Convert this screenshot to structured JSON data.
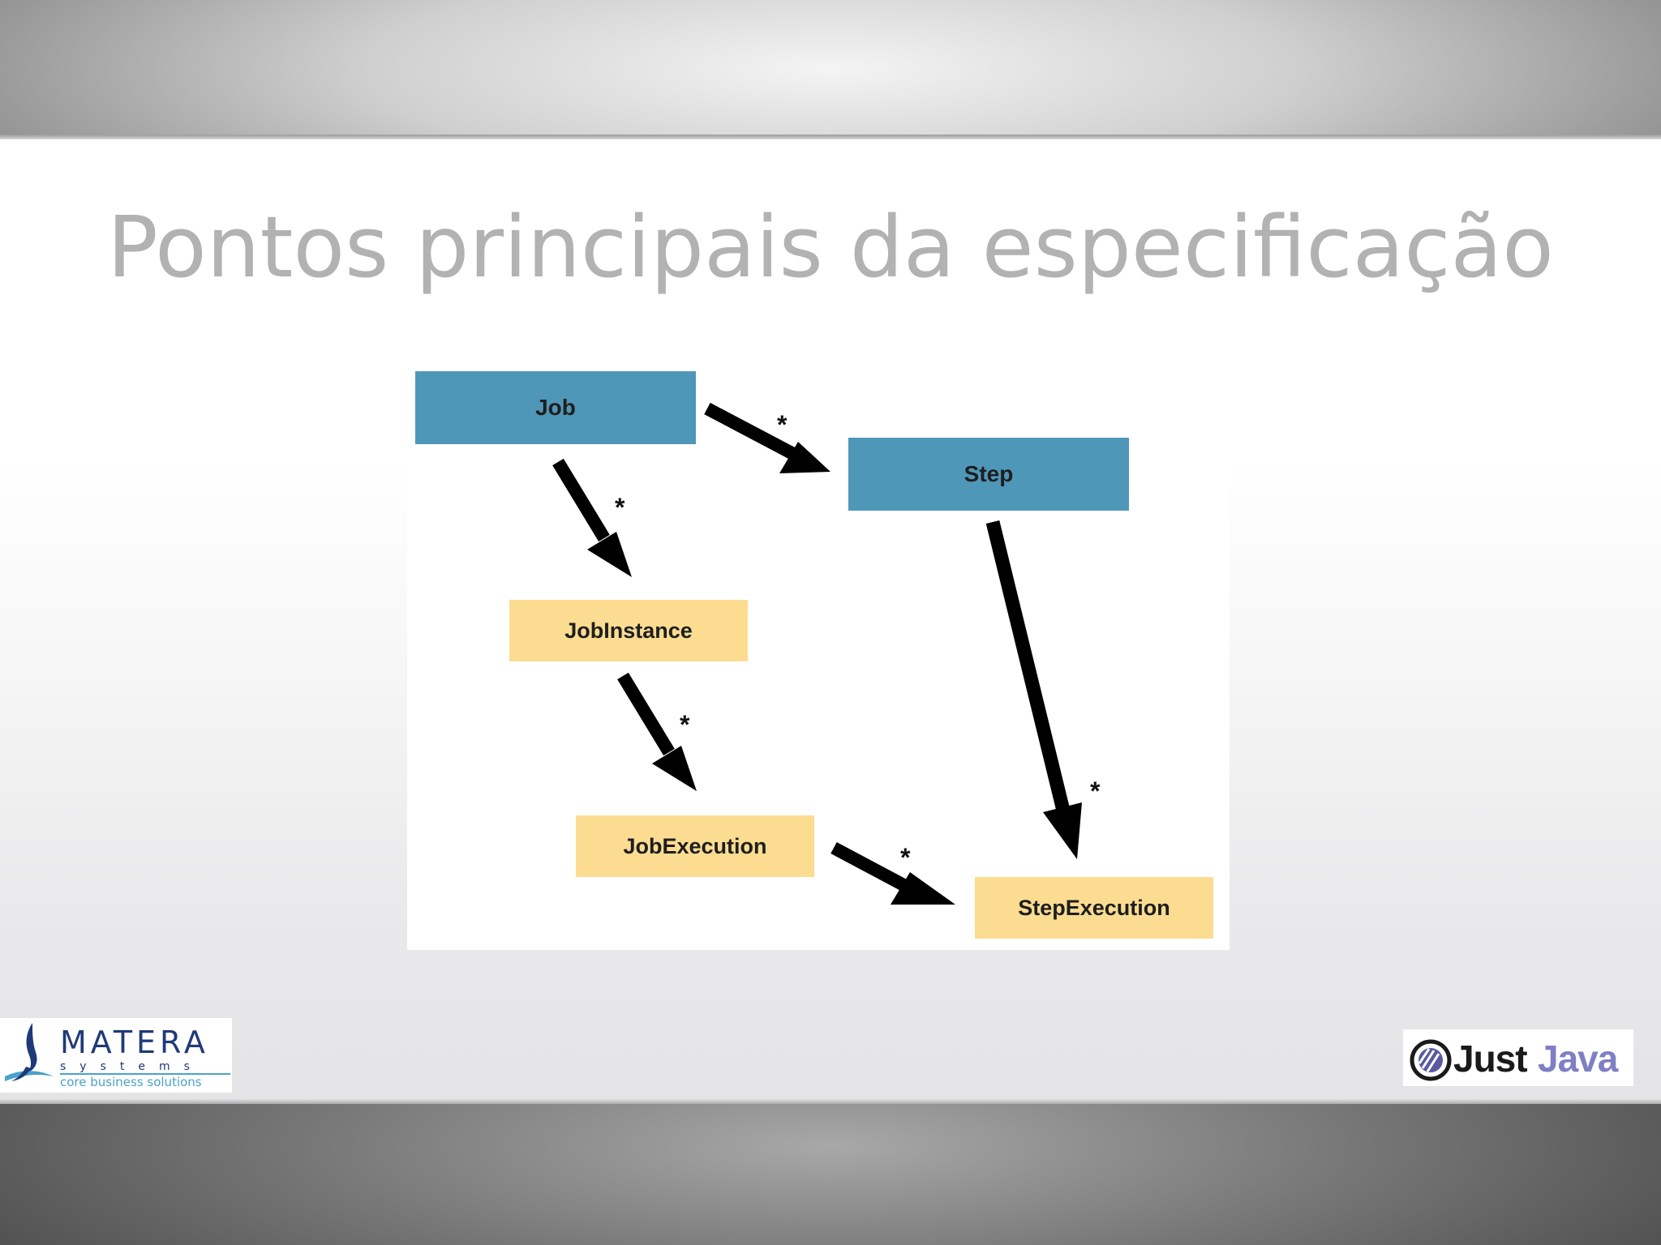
{
  "slide": {
    "title": "Pontos principais da especificação"
  },
  "diagram": {
    "nodes": {
      "job": "Job",
      "step": "Step",
      "job_instance": "JobInstance",
      "job_execution": "JobExecution",
      "step_execution": "StepExecution"
    },
    "multiplicity": "*",
    "relations": [
      {
        "from": "Job",
        "to": "Step",
        "label": "*"
      },
      {
        "from": "Job",
        "to": "JobInstance",
        "label": "*"
      },
      {
        "from": "JobInstance",
        "to": "JobExecution",
        "label": "*"
      },
      {
        "from": "JobExecution",
        "to": "StepExecution",
        "label": "*"
      },
      {
        "from": "Step",
        "to": "StepExecution",
        "label": "*"
      }
    ],
    "colors": {
      "entity_definition": "#4f97b8",
      "entity_runtime": "#fbdc91",
      "arrow": "#000000"
    }
  },
  "logos": {
    "matera": {
      "name": "MATERA",
      "sub": "systems",
      "tagline": "core business solutions"
    },
    "justjava": {
      "part1": "Just",
      "part2": "Java"
    }
  }
}
